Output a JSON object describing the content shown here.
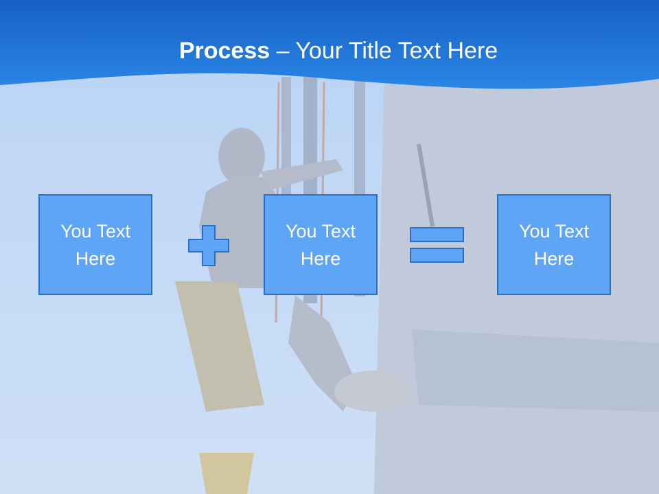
{
  "title": {
    "bold": "Process",
    "rest": " – Your Title Text Here"
  },
  "boxes": [
    {
      "label": "You Text Here"
    },
    {
      "label": "You Text Here"
    },
    {
      "label": "You Text Here"
    }
  ],
  "operators": [
    "plus-icon",
    "equals-icon"
  ],
  "colors": {
    "title_band": "#1b73d8",
    "box_fill": "#5ea6f5",
    "box_border": "#2a6fc6",
    "background": "#c9dcf5"
  }
}
